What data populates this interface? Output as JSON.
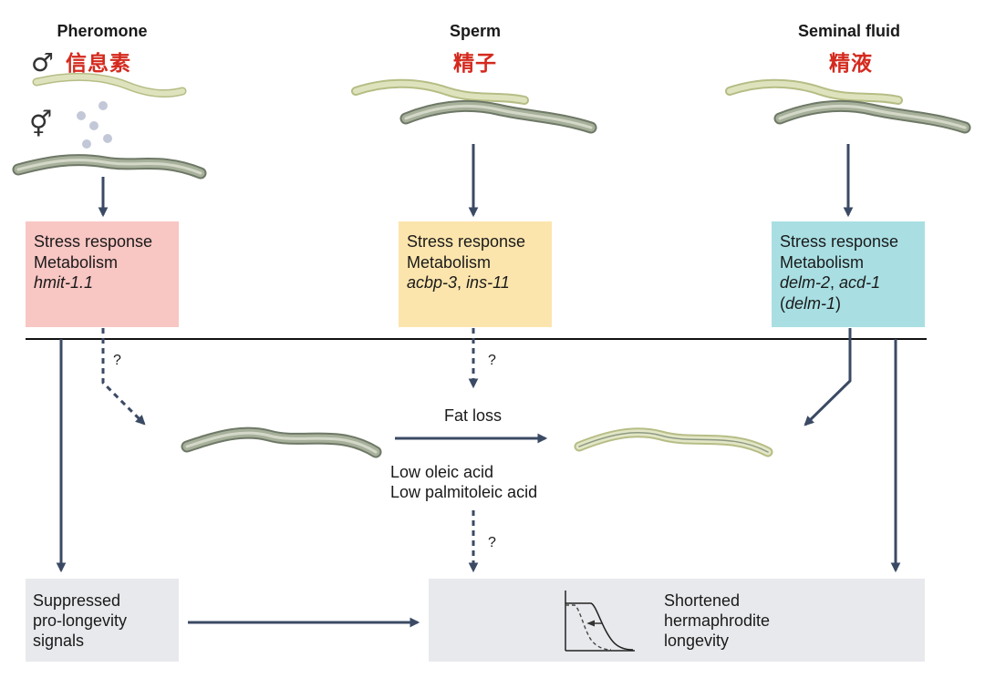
{
  "columns": {
    "pheromone": {
      "title": "Pheromone",
      "zh": "信息素",
      "male_symbol": "♂",
      "herm_symbol": "⚥"
    },
    "sperm": {
      "title": "Sperm",
      "zh": "精子"
    },
    "seminal": {
      "title": "Seminal fluid",
      "zh": "精液"
    }
  },
  "boxes": {
    "pheromone": {
      "line1": "Stress response",
      "line2": "Metabolism",
      "gene": "hmit-1.1",
      "color": "#f8c6c3"
    },
    "sperm": {
      "line1": "Stress response",
      "line2": "Metabolism",
      "gene_a": "acbp-3",
      "sep": ", ",
      "gene_b": "ins-11",
      "color": "#fce5ad"
    },
    "seminal": {
      "line1": "Stress response",
      "line2": "Metabolism",
      "gene_a": "delm-2",
      "sep": ", ",
      "gene_b": "acd-1",
      "paren_open": "(",
      "gene_c": "delm-1",
      "paren_close": ")",
      "color": "#a9dfe3"
    }
  },
  "unknown_mark": "?",
  "middle": {
    "fat_loss": "Fat loss",
    "low_oleic": "Low oleic acid",
    "low_palmitoleic": "Low palmitoleic acid"
  },
  "outcomes": {
    "suppressed": {
      "line1": "Suppressed",
      "line2": "pro-longevity",
      "line3": "signals"
    },
    "shortened": {
      "line1": "Shortened",
      "line2": "hermaphrodite",
      "line3": "longevity"
    }
  },
  "colors": {
    "arrow": "#3b4a64",
    "worm_dark": "#8d9a83",
    "worm_light": "#d7dcb4",
    "bubble": "#c3c8d8",
    "panel": "#e8e9ec",
    "accent_red": "#d42a1e"
  }
}
